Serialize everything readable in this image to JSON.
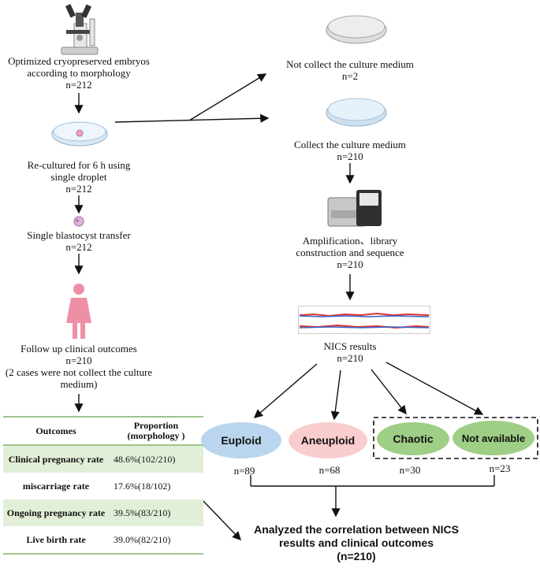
{
  "left_flow": {
    "step1": {
      "line1": "Optimized cryopreserved embryos",
      "line2": "according to morphology",
      "n": "n=212"
    },
    "step2": {
      "line1": "Re-cultured for 6 h  using",
      "line2": "single droplet",
      "n": "n=212"
    },
    "step3": {
      "line1": "Single blastocyst transfer",
      "n": "n=212"
    },
    "step4": {
      "line1": "Follow up clinical outcomes",
      "n": "n=210",
      "line3": "(2 cases were not collect the culture",
      "line4": "medium)"
    }
  },
  "right_flow": {
    "not_collect": {
      "label": "Not collect the culture medium",
      "n": "n=2"
    },
    "collect": {
      "label": "Collect the culture medium",
      "n": "n=210"
    },
    "amplification": {
      "line1": "Amplification、library",
      "line2": "construction and sequence",
      "n": "n=210"
    },
    "nics": {
      "label": "NICS results",
      "n": "n=210"
    }
  },
  "categories": [
    {
      "label": "Euploid",
      "n": "n=89",
      "color": "#b9d6ee"
    },
    {
      "label": "Aneuploid",
      "n": "n=68",
      "color": "#f9cccd"
    },
    {
      "label": "Chaotic",
      "n": "n=30",
      "color": "#9fce86"
    },
    {
      "label": "Not available",
      "n": "n=23",
      "color": "#9fce86"
    }
  ],
  "outcomes_table": {
    "headers": [
      "Outcomes",
      "Proportion\n(morphology )"
    ],
    "rows": [
      {
        "label": "Clinical pregnancy rate",
        "value": "48.6%(102/210)"
      },
      {
        "label": "miscarriage rate",
        "value": "17.6%(18/102)"
      },
      {
        "label": "Ongoing pregnancy rate",
        "value": "39.5%(83/210)"
      },
      {
        "label": "Live birth rate",
        "value": "39.0%(82/210)"
      }
    ]
  },
  "final": {
    "line1": "Analyzed the correlation between NICS",
    "line2": "results and clinical outcomes",
    "line3": "(n=210)"
  },
  "icons": [
    "microscope-icon",
    "petri-dish-icon",
    "blastocyst-icon",
    "woman-icon",
    "sequencer-icon",
    "nics-plot-icon"
  ]
}
